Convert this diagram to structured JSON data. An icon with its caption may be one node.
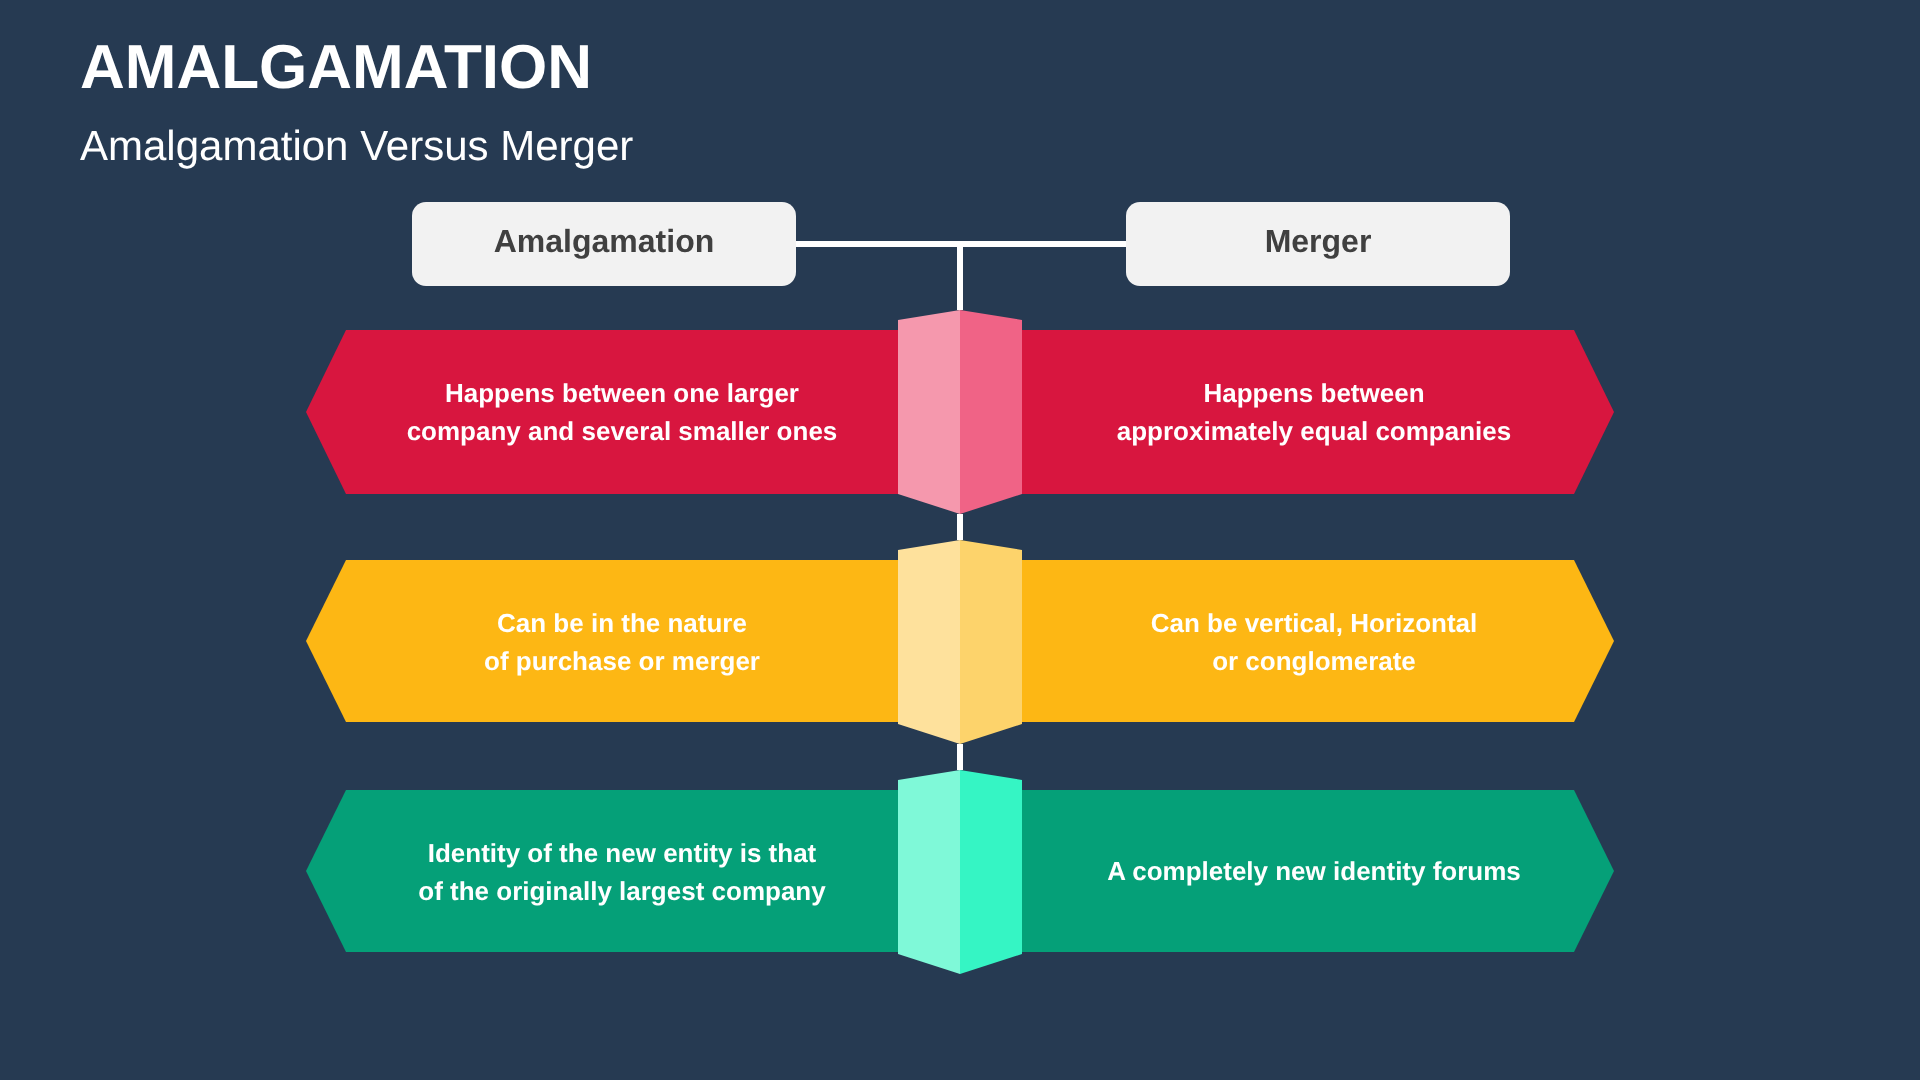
{
  "diagram": {
    "title": "AMALGAMATION",
    "nodes": [
      {
        "text": [
          "Amalgamation"
        ]
      },
      {
        "text": [
          "Merger"
        ]
      },
      {
        "text": [
          "Happens between one larger company and several smaller ones"
        ]
      },
      {
        "text": [],
        "shape": "hexagon"
      },
      {
        "text": [
          "Happens between approximately equal companies"
        ]
      },
      {
        "text": [
          "Can be in the nature of purchase or merger"
        ]
      },
      {
        "text": [],
        "shape": "hexagon"
      },
      {
        "text": [
          "Can be vertical, Horizontal or conglomerate"
        ]
      },
      {
        "text": [
          "Identity of the new entity is that of the originally largest company"
        ]
      },
      {
        "text": [],
        "shape": "hexagon"
      },
      {
        "text": [
          "A completely new identity forums"
        ]
      }
    ],
    "edges": [
      {
        "from": 0,
        "to": 3,
        "arrow": "none"
      },
      {
        "from": 1,
        "to": 3,
        "arrow": "none"
      },
      {
        "from": 3,
        "to": 6,
        "arrow": "none"
      },
      {
        "from": 6,
        "to": 9,
        "arrow": "none"
      }
    ],
    "labels": [
      "Amalgamation Versus Merger"
    ]
  }
}
